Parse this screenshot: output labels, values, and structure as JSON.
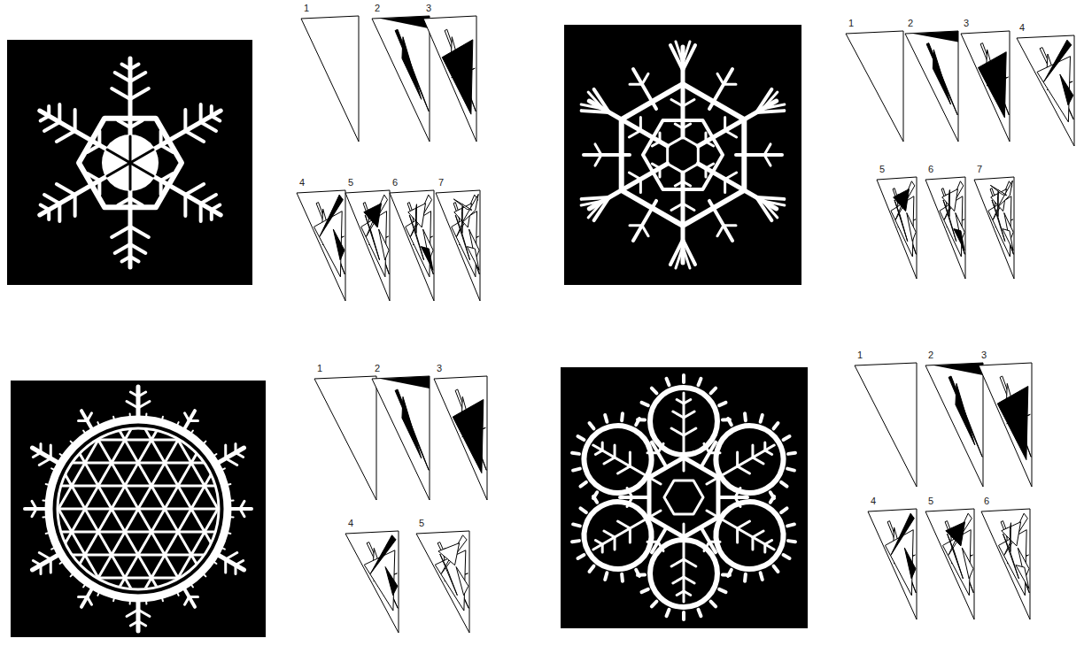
{
  "diagram": {
    "labels": [
      "1",
      "2",
      "3",
      "4",
      "5",
      "6",
      "7",
      "1",
      "2",
      "3",
      "4",
      "5",
      "6",
      "7",
      "1",
      "2",
      "3",
      "4",
      "5",
      "1",
      "2",
      "3",
      "4",
      "5",
      "6"
    ]
  }
}
